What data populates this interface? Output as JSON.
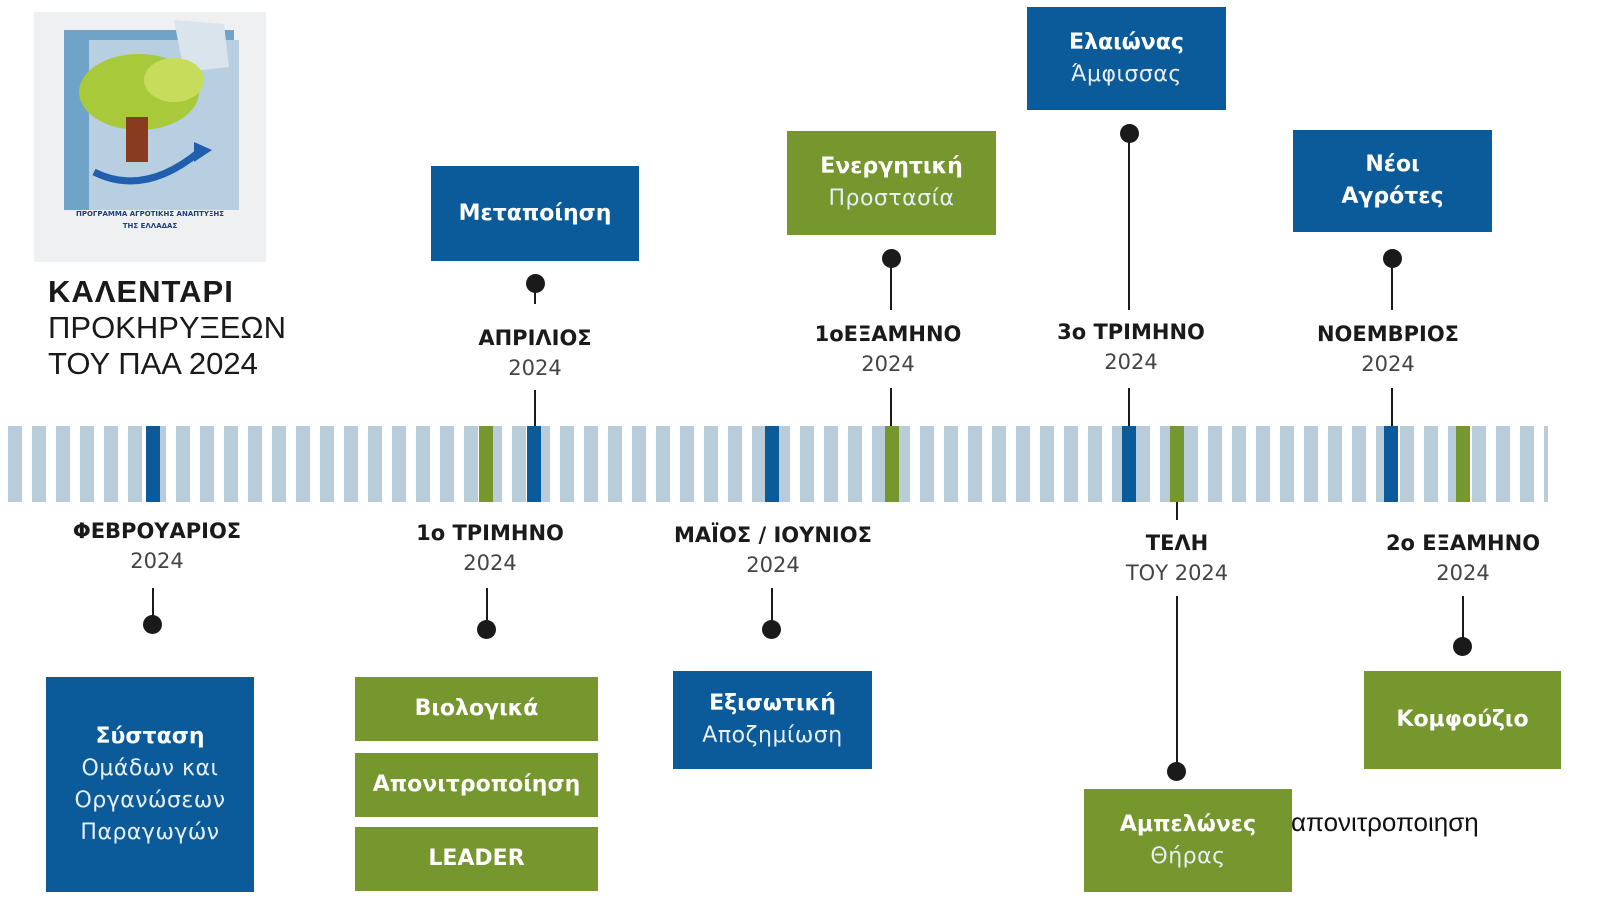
{
  "logo": {
    "caption_line1": "ΠΡΟΓΡΑΜΜΑ ΑΓΡΟΤΙΚΗΣ ΑΝΑΠΤΥΞΗΣ",
    "caption_line2": "ΤΗΣ ΕΛΛΑΔΑΣ"
  },
  "header": {
    "line1": "ΚΑΛΕΝΤΑΡΙ",
    "line2": "ΠΡΟΚΗΡΥΞΕΩΝ",
    "line3": "ΤΟΥ ΠΑΑ 2024"
  },
  "colors": {
    "blue": "#0b5b9a",
    "green": "#76962e",
    "strip": "#b8ccd9"
  },
  "milestones": {
    "feb": {
      "period": "ΦΕΒΡΟΥΑΡΙΟΣ",
      "year": "2024",
      "box_title": "Σύσταση",
      "box_sub1": "Ομάδων και",
      "box_sub2": "Οργανώσεων",
      "box_sub3": "Παραγωγών"
    },
    "q1": {
      "period": "1ο ΤΡΙΜΗΝΟ",
      "year": "2024",
      "box1": "Βιολογικά",
      "box2": "Απονιτροποίηση",
      "box3": "LEADER"
    },
    "apr": {
      "period": "ΑΠΡΙΛΙΟΣ",
      "year": "2024",
      "box_title": "Μεταποίηση"
    },
    "mayjun": {
      "period": "ΜΑΪΟΣ / ΙΟΥΝΙΟΣ",
      "year": "2024",
      "box_title": "Εξισωτική",
      "box_sub": "Αποζημίωση"
    },
    "h1": {
      "period": "1οΕΞΑΜΗΝΟ",
      "year": "2024",
      "box_title": "Ενεργητική",
      "box_sub": "Προστασία"
    },
    "q3": {
      "period": "3ο ΤΡΙΜΗΝΟ",
      "year": "2024",
      "box_title": "Ελαιώνας",
      "box_sub": "Άμφισσας"
    },
    "end": {
      "period": "ΤΕΛΗ",
      "year": "ΤΟΥ 2024",
      "box_title": "Αμπελώνες",
      "box_sub": "Θήρας"
    },
    "nov": {
      "period": "ΝΟΕΜΒΡΙΟΣ",
      "year": "2024",
      "box_title1": "Νέοι",
      "box_title2": "Αγρότες"
    },
    "h2": {
      "period": "2ο ΕΞΑΜΗΝΟ",
      "year": "2024",
      "box_title": "Κομφούζιο"
    }
  },
  "note": "απονιτροποιηση"
}
